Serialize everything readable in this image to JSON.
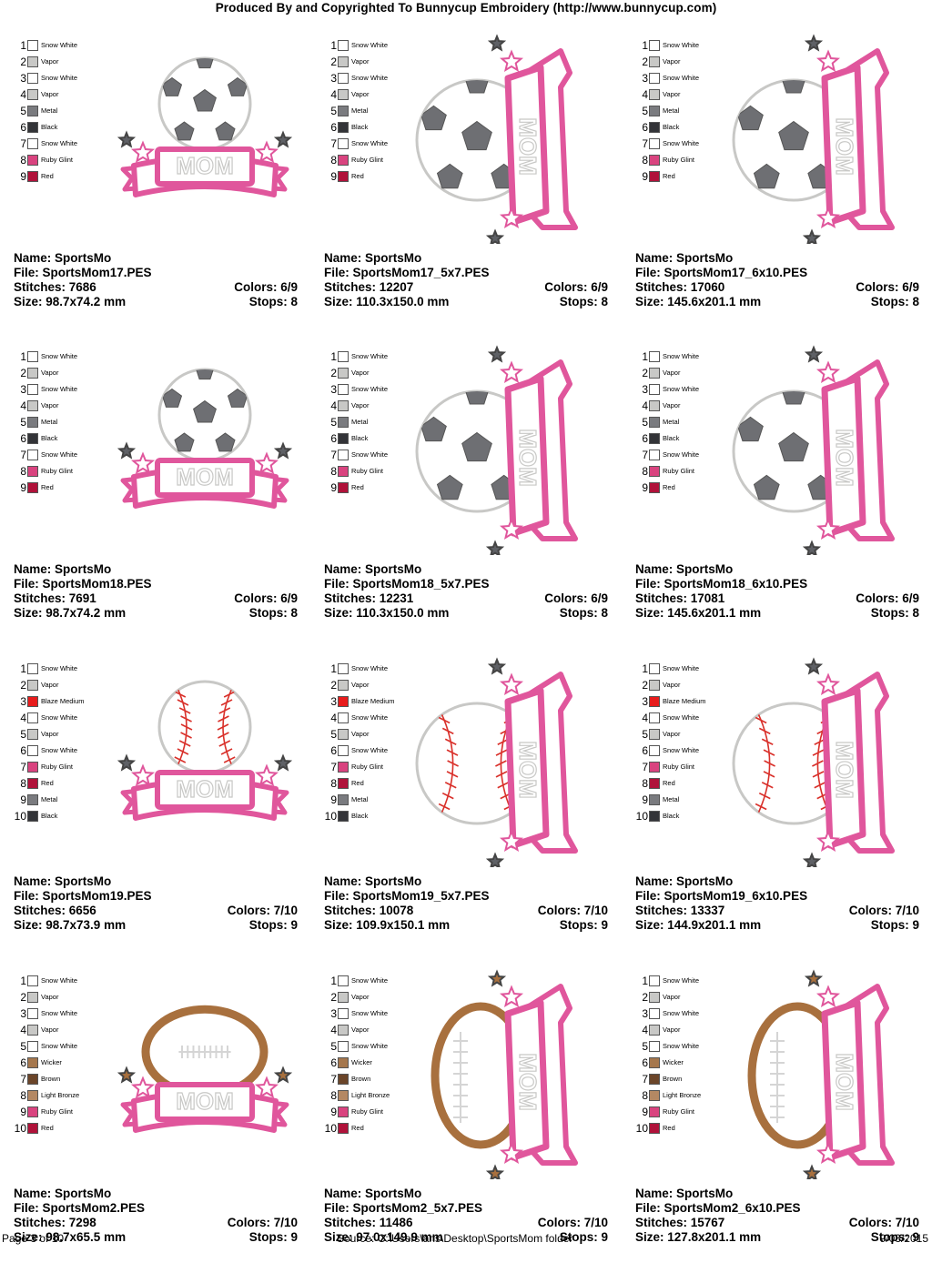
{
  "header": "Produced By and Copyrighted To Bunnycup Embroidery (http://www.bunnycup.com)",
  "footer": {
    "page": "Page 3 of 10",
    "source": "Source: C:\\Users\\ans\\Desktop\\SportsMom folder",
    "date": "9/03/2015"
  },
  "colors_hex": {
    "pink": "#e0569c",
    "star": "#5f6166",
    "brown": "#a8703e",
    "seam": "#d9302a"
  },
  "rows": [
    {
      "ball": "soccer",
      "palette": [
        [
          "1",
          "Snow White",
          "#ffffff"
        ],
        [
          "2",
          "Vapor",
          "#c8c8c6"
        ],
        [
          "3",
          "Snow White",
          "#ffffff"
        ],
        [
          "4",
          "Vapor",
          "#c8c8c6"
        ],
        [
          "5",
          "Metal",
          "#7a7b7f"
        ],
        [
          "6",
          "Black",
          "#333438"
        ],
        [
          "7",
          "Snow White",
          "#ffffff"
        ],
        [
          "8",
          "Ruby Glint",
          "#d9437f"
        ],
        [
          "9",
          "Red",
          "#b0123a"
        ]
      ],
      "cells": [
        {
          "name": "Name: SportsMo",
          "file": "File: SportsMom17.PES",
          "stitches": "Stitches: 7686",
          "colors": "Colors: 6/9",
          "size": "Size: 98.7x74.2 mm",
          "stops": "Stops: 8"
        },
        {
          "name": "Name: SportsMo",
          "file": "File: SportsMom17_5x7.PES",
          "stitches": "Stitches: 12207",
          "colors": "Colors: 6/9",
          "size": "Size: 110.3x150.0 mm",
          "stops": "Stops: 8"
        },
        {
          "name": "Name: SportsMo",
          "file": "File: SportsMom17_6x10.PES",
          "stitches": "Stitches: 17060",
          "colors": "Colors: 6/9",
          "size": "Size: 145.6x201.1 mm",
          "stops": "Stops: 8"
        }
      ]
    },
    {
      "ball": "soccer",
      "palette": [
        [
          "1",
          "Snow White",
          "#ffffff"
        ],
        [
          "2",
          "Vapor",
          "#c8c8c6"
        ],
        [
          "3",
          "Snow White",
          "#ffffff"
        ],
        [
          "4",
          "Vapor",
          "#c8c8c6"
        ],
        [
          "5",
          "Metal",
          "#7a7b7f"
        ],
        [
          "6",
          "Black",
          "#333438"
        ],
        [
          "7",
          "Snow White",
          "#ffffff"
        ],
        [
          "8",
          "Ruby Glint",
          "#d9437f"
        ],
        [
          "9",
          "Red",
          "#b0123a"
        ]
      ],
      "cells": [
        {
          "name": "Name: SportsMo",
          "file": "File: SportsMom18.PES",
          "stitches": "Stitches: 7691",
          "colors": "Colors: 6/9",
          "size": "Size: 98.7x74.2 mm",
          "stops": "Stops: 8"
        },
        {
          "name": "Name: SportsMo",
          "file": "File: SportsMom18_5x7.PES",
          "stitches": "Stitches: 12231",
          "colors": "Colors: 6/9",
          "size": "Size: 110.3x150.0 mm",
          "stops": "Stops: 8"
        },
        {
          "name": "Name: SportsMo",
          "file": "File: SportsMom18_6x10.PES",
          "stitches": "Stitches: 17081",
          "colors": "Colors: 6/9",
          "size": "Size: 145.6x201.1 mm",
          "stops": "Stops: 8"
        }
      ]
    },
    {
      "ball": "baseball",
      "palette": [
        [
          "1",
          "Snow White",
          "#ffffff"
        ],
        [
          "2",
          "Vapor",
          "#c8c8c6"
        ],
        [
          "3",
          "Blaze Medium",
          "#e81c1c"
        ],
        [
          "4",
          "Snow White",
          "#ffffff"
        ],
        [
          "5",
          "Vapor",
          "#c8c8c6"
        ],
        [
          "6",
          "Snow White",
          "#ffffff"
        ],
        [
          "7",
          "Ruby Glint",
          "#d9437f"
        ],
        [
          "8",
          "Red",
          "#b0123a"
        ],
        [
          "9",
          "Metal",
          "#7a7b7f"
        ],
        [
          "10",
          "Black",
          "#333438"
        ]
      ],
      "cells": [
        {
          "name": "Name: SportsMo",
          "file": "File: SportsMom19.PES",
          "stitches": "Stitches: 6656",
          "colors": "Colors: 7/10",
          "size": "Size: 98.7x73.9 mm",
          "stops": "Stops: 9"
        },
        {
          "name": "Name: SportsMo",
          "file": "File: SportsMom19_5x7.PES",
          "stitches": "Stitches: 10078",
          "colors": "Colors: 7/10",
          "size": "Size: 109.9x150.1 mm",
          "stops": "Stops: 9"
        },
        {
          "name": "Name: SportsMo",
          "file": "File: SportsMom19_6x10.PES",
          "stitches": "Stitches: 13337",
          "colors": "Colors: 7/10",
          "size": "Size: 144.9x201.1 mm",
          "stops": "Stops: 9"
        }
      ]
    },
    {
      "ball": "football",
      "palette": [
        [
          "1",
          "Snow White",
          "#ffffff"
        ],
        [
          "2",
          "Vapor",
          "#c8c8c6"
        ],
        [
          "3",
          "Snow White",
          "#ffffff"
        ],
        [
          "4",
          "Vapor",
          "#c8c8c6"
        ],
        [
          "5",
          "Snow White",
          "#ffffff"
        ],
        [
          "6",
          "Wicker",
          "#a5774d"
        ],
        [
          "7",
          "Brown",
          "#6b4529"
        ],
        [
          "8",
          "Light Bronze",
          "#b48863"
        ],
        [
          "9",
          "Ruby Glint",
          "#d9437f"
        ],
        [
          "10",
          "Red",
          "#b0123a"
        ]
      ],
      "cells": [
        {
          "name": "Name: SportsMo",
          "file": "File: SportsMom2.PES",
          "stitches": "Stitches: 7298",
          "colors": "Colors: 7/10",
          "size": "Size: 98.7x65.5 mm",
          "stops": "Stops: 9"
        },
        {
          "name": "Name: SportsMo",
          "file": "File: SportsMom2_5x7.PES",
          "stitches": "Stitches: 11486",
          "colors": "Colors: 7/10",
          "size": "Size: 97.0x149.9 mm",
          "stops": "Stops: 9"
        },
        {
          "name": "Name: SportsMo",
          "file": "File: SportsMom2_6x10.PES",
          "stitches": "Stitches: 15767",
          "colors": "Colors: 7/10",
          "size": "Size: 127.8x201.1 mm",
          "stops": "Stops: 9"
        }
      ]
    }
  ],
  "art": {
    "ribbon_text": "MOM"
  }
}
